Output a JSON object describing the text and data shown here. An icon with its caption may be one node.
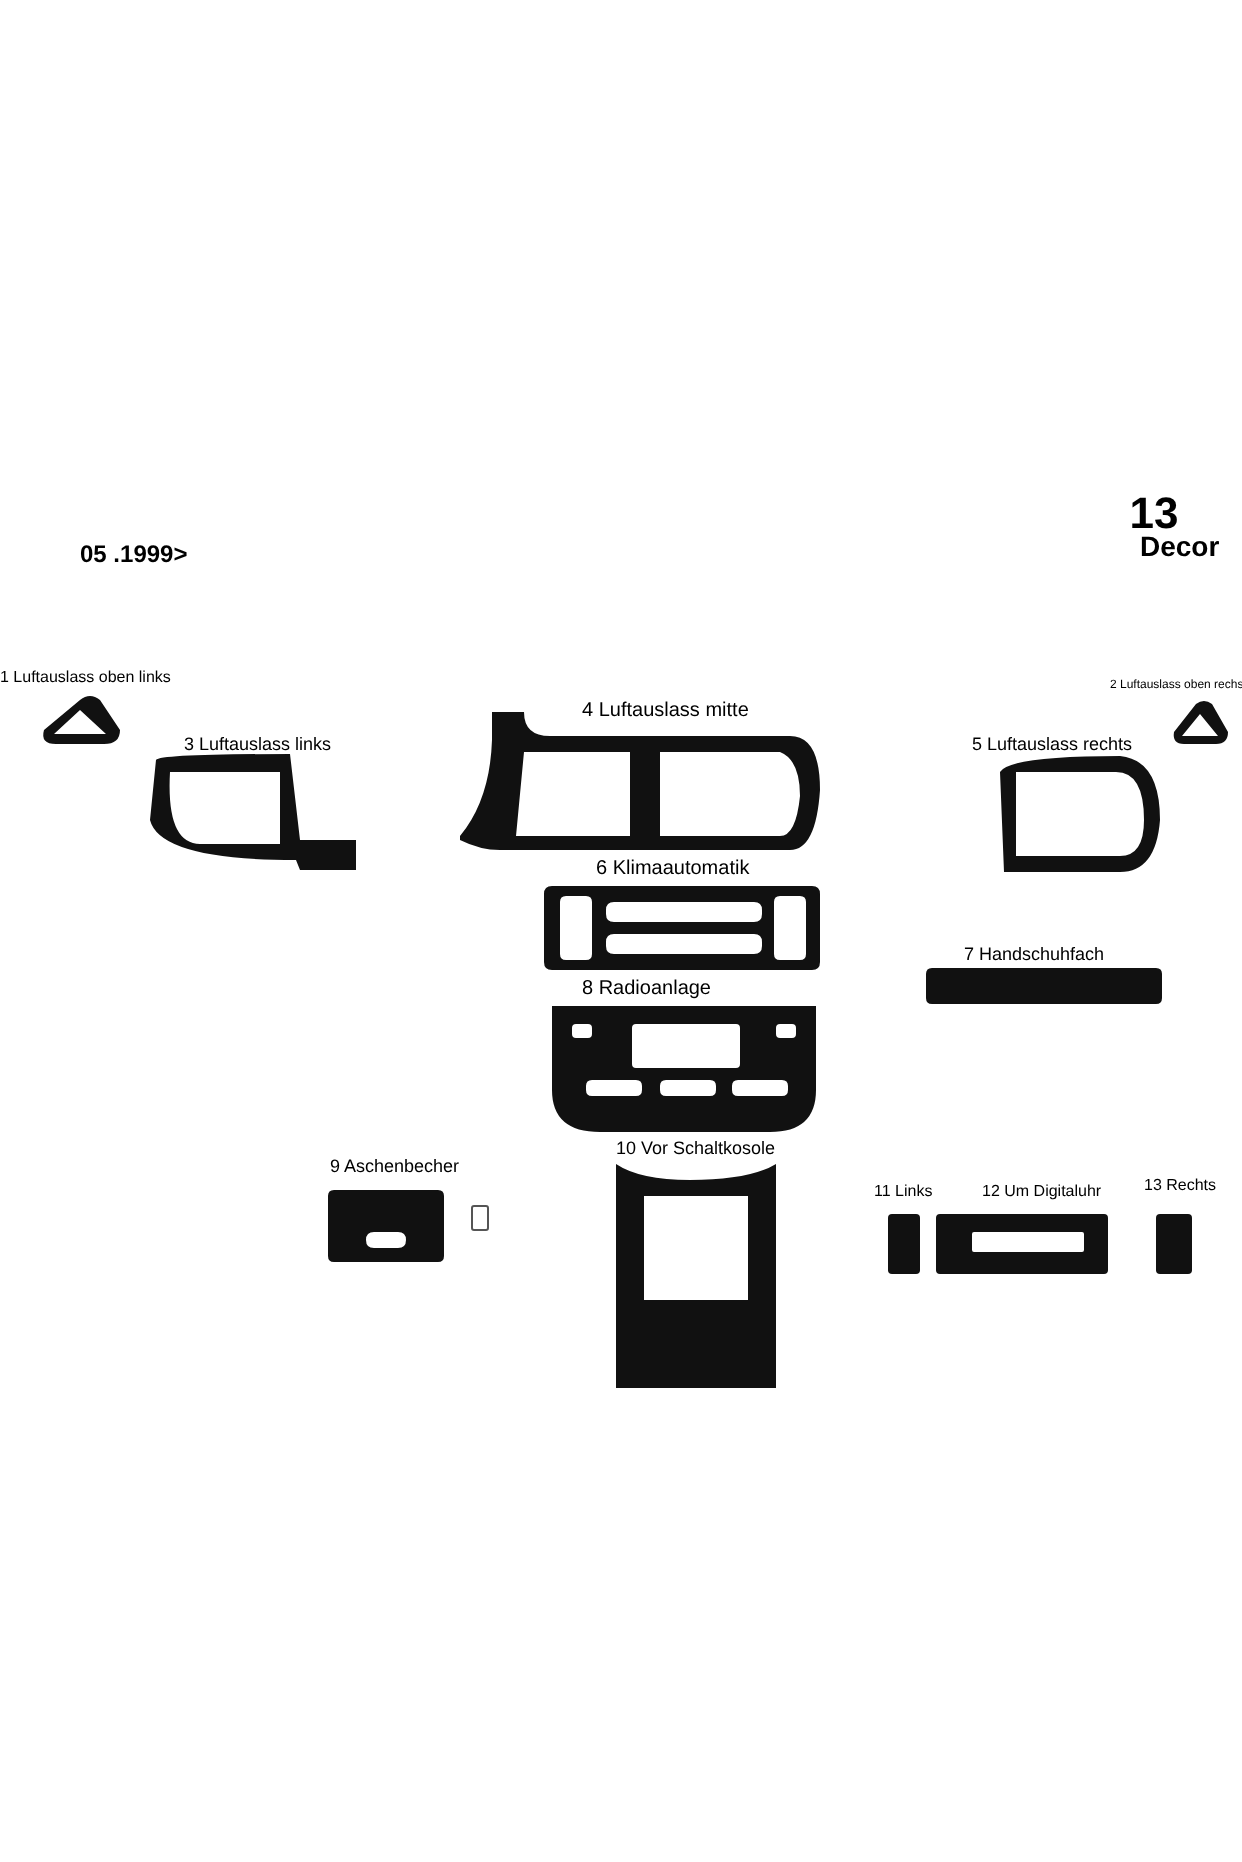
{
  "diagram": {
    "labels": [
      "05 .1999>",
      "13",
      "Decor",
      "1 Luftauslass oben links",
      "2 Luftauslass oben rechs",
      "3 Luftauslass links",
      "4 Luftauslass mitte",
      "5 Luftauslass rechts",
      "6 Klimaautomatik",
      "7 Handschuhfach",
      "8 Radioanlage",
      "9 Aschenbecher",
      "10 Vor Schaltkosole",
      "11 Links",
      "12 Um Digitaluhr",
      "13 Rechts"
    ]
  }
}
